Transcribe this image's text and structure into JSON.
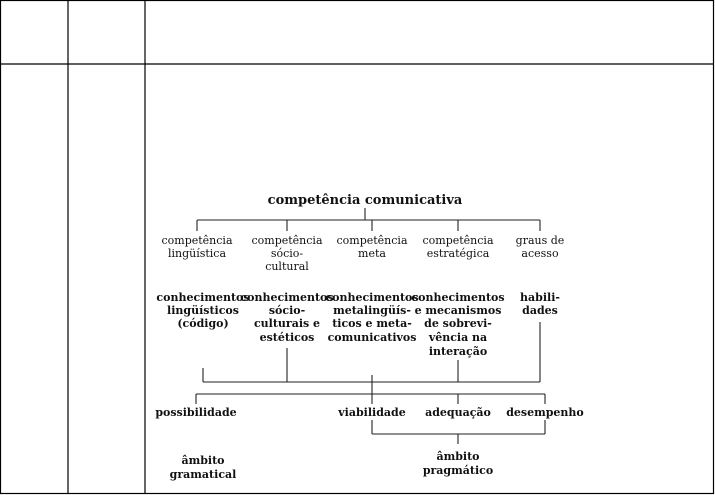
{
  "diagram": {
    "title": "competência comunicativa",
    "competencias": [
      [
        "competência",
        "lingüística"
      ],
      [
        "competência",
        "sócio-",
        "cultural"
      ],
      [
        "competência",
        "meta"
      ],
      [
        "competência",
        "estratégica"
      ],
      [
        "graus de",
        "acesso"
      ]
    ],
    "conhecimentos": [
      [
        "conhecimentos",
        "lingüísticos",
        "(código)"
      ],
      [
        "conhecimentos",
        "sócio-",
        "culturais e",
        "estéticos"
      ],
      [
        "conhecimentos",
        "metalingüís-",
        "ticos e meta-",
        "comunicativos"
      ],
      [
        "conhecimentos",
        "e mecanismos",
        "de sobrevi-",
        "vência na",
        "interação"
      ],
      [
        "habili-",
        "dades"
      ]
    ],
    "resultados": [
      "possibilidade",
      "viabilidade",
      "adequação",
      "desempenho"
    ],
    "ambitos": [
      [
        "âmbito",
        "gramatical"
      ],
      [
        "âmbito",
        "pragmático"
      ]
    ]
  }
}
